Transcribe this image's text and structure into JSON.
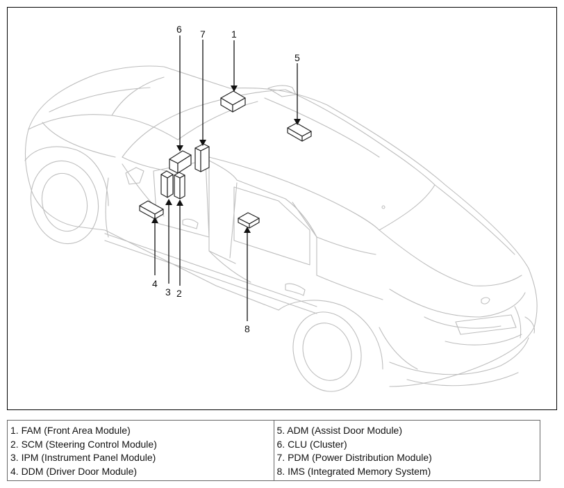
{
  "callouts": [
    {
      "num": "1"
    },
    {
      "num": "2"
    },
    {
      "num": "3"
    },
    {
      "num": "4"
    },
    {
      "num": "5"
    },
    {
      "num": "6"
    },
    {
      "num": "7"
    },
    {
      "num": "8"
    }
  ],
  "legend": {
    "left": [
      "1. FAM (Front Area Module)",
      "2. SCM (Steering Control Module)",
      "3. IPM (Instrument Panel Module)",
      "4. DDM (Driver Door Module)"
    ],
    "right": [
      "5. ADM (Assist Door Module)",
      "6. CLU (Cluster)",
      "7. PDM (Power Distribution Module)",
      "8. IMS (Integrated Memory System)"
    ]
  },
  "colors": {
    "line": "#b8b8b8",
    "module": "#222222",
    "arrow": "#111111"
  }
}
